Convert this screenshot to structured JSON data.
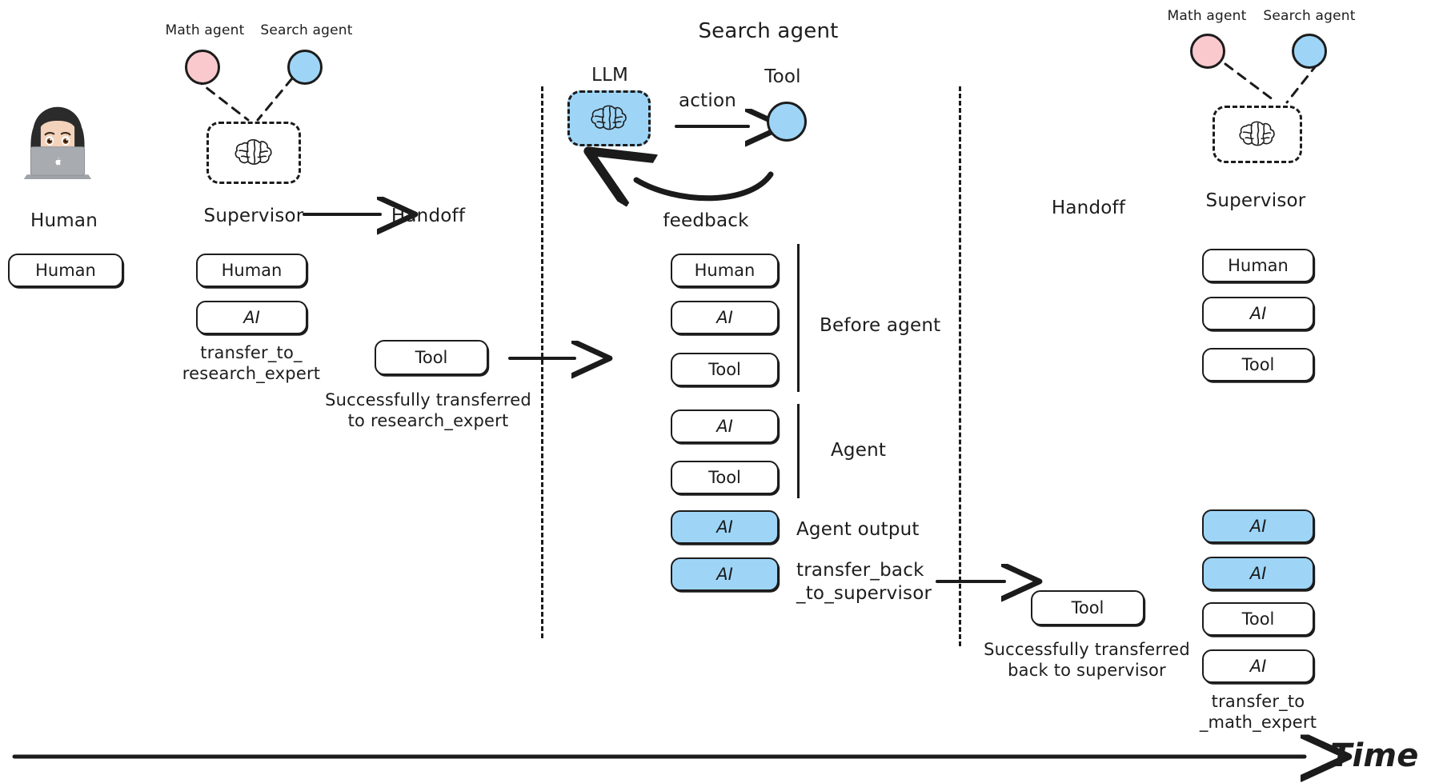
{
  "diagram": {
    "title_hidden": "",
    "axis": {
      "label": "Time"
    },
    "colors": {
      "blue": "#9ED5F7",
      "pink": "#FAC9CD",
      "ink": "#1C1C1C",
      "paper": "#FFFFFF"
    },
    "message_labels": {
      "human": "Human",
      "ai": "AI",
      "tool": "Tool"
    }
  },
  "left_panel": {
    "human_caption": "Human",
    "human_icon": "person-at-laptop-emoji",
    "messages": [
      {
        "type": "Human"
      }
    ]
  },
  "supervisor_left": {
    "math_agent_label": "Math agent",
    "search_agent_label": "Search agent",
    "supervisor_label": "Supervisor",
    "handoff_label": "Handoff",
    "brain_icon": "brain-icon",
    "messages": [
      {
        "type": "Human",
        "style": "white"
      },
      {
        "type": "AI",
        "style": "white"
      }
    ],
    "annotation": "transfer_to_\nresearch_expert"
  },
  "handoff_tool": {
    "box_label": "Tool",
    "annotation": "Successfully transferred\nto research_expert"
  },
  "search_agent_panel": {
    "title": "Search agent",
    "llm_label": "LLM",
    "llm_icon": "brain-icon",
    "tool_label": "Tool",
    "action_label": "action",
    "feedback_label": "feedback",
    "messages": [
      {
        "type": "Human",
        "style": "white"
      },
      {
        "type": "AI",
        "style": "white"
      },
      {
        "type": "Tool",
        "style": "white"
      },
      {
        "type": "AI",
        "style": "white"
      },
      {
        "type": "Tool",
        "style": "white"
      },
      {
        "type": "AI",
        "style": "blue"
      },
      {
        "type": "AI",
        "style": "blue"
      }
    ],
    "group_labels": {
      "before_agent": "Before agent",
      "agent": "Agent",
      "agent_output": "Agent output"
    },
    "annotation": "transfer_back\n_to_supervisor"
  },
  "handback_tool": {
    "handoff_label": "Handoff",
    "box_label": "Tool",
    "annotation": "Successfully transferred\nback to supervisor"
  },
  "supervisor_right": {
    "math_agent_label": "Math agent",
    "search_agent_label": "Search agent",
    "supervisor_label": "Supervisor",
    "brain_icon": "brain-icon",
    "messages": [
      {
        "type": "Human",
        "style": "white"
      },
      {
        "type": "AI",
        "style": "white"
      },
      {
        "type": "Tool",
        "style": "white"
      },
      {
        "type": "AI",
        "style": "blue"
      },
      {
        "type": "AI",
        "style": "blue"
      },
      {
        "type": "Tool",
        "style": "white"
      },
      {
        "type": "AI",
        "style": "white"
      }
    ],
    "annotation": "transfer_to\n_math_expert"
  }
}
